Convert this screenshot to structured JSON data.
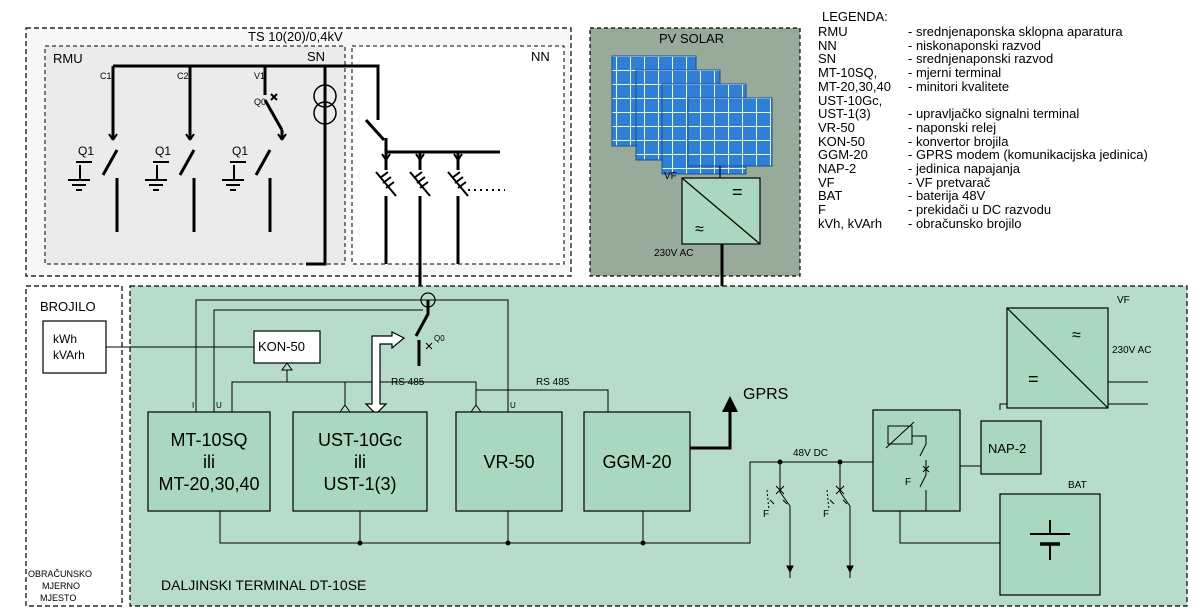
{
  "labels": {
    "ts_title": "TS 10(20)/0,4kV",
    "rmu": "RMU",
    "sn": "SN",
    "nn": "NN",
    "c1": "C1",
    "c2": "C2",
    "v1": "V1",
    "q0_top": "Q0",
    "q1": "Q1",
    "pv_title": "PV SOLAR",
    "vf_pv": "VF",
    "ac_230_pv": "230V AC",
    "legend_title": "LEGENDA:",
    "brojilo_title": "BROJILO",
    "kwh": "kWh",
    "kvarh": "kVArh",
    "kon50": "KON-50",
    "q0_bottom": "Q0",
    "rs485_left": "RS 485",
    "rs485_right": "RS 485",
    "gprs": "GPRS",
    "io_i": "I",
    "io_u": "U",
    "vr_u": "U",
    "dc_48v": "48V DC",
    "f_left": "F",
    "f_right": "F",
    "f_module": "F",
    "vf_right": "VF",
    "ac_230_right": "230V AC",
    "bat": "BAT",
    "nap2": "NAP-2",
    "obr1": "OBRAČUNSKO",
    "obr2": "MJERNO",
    "obr3": "MJESTO",
    "dt_title": "DALJINSKI TERMINAL DT-10SE",
    "conv_dc": "=",
    "conv_ac": "≈"
  },
  "blocks": {
    "mt": [
      "MT-10SQ",
      "ili",
      "MT-20,30,40"
    ],
    "ust": [
      "UST-10Gc",
      "ili",
      "UST-1(3)"
    ],
    "vr": [
      "VR-50"
    ],
    "ggm": [
      "GGM-20"
    ]
  },
  "legend": [
    {
      "k": "RMU",
      "v": "- srednjenaponska sklopna aparatura"
    },
    {
      "k": "NN",
      "v": "- niskonaponski razvod"
    },
    {
      "k": "SN",
      "v": "- srednjenaponski razvod"
    },
    {
      "k": "MT-10SQ,",
      "v": "- mjerni terminal"
    },
    {
      "k": "MT-20,30,40",
      "v": "- minitori kvalitete"
    },
    {
      "k": "UST-10Gc,",
      "v": ""
    },
    {
      "k": "UST-1(3)",
      "v": "- upravljačko signalni terminal"
    },
    {
      "k": "VR-50",
      "v": "- naponski relej"
    },
    {
      "k": "KON-50",
      "v": "- konvertor brojila"
    },
    {
      "k": "GGM-20",
      "v": "- GPRS modem (komunikacijska jedinica)"
    },
    {
      "k": "NAP-2",
      "v": "- jedinica napajanja"
    },
    {
      "k": "VF",
      "v": "- VF pretvarač"
    },
    {
      "k": "BAT",
      "v": "- baterija 48V"
    },
    {
      "k": "F",
      "v": "- prekidači u DC razvodu"
    },
    {
      "k": "kVh, kVArh",
      "v": "- obračunsko brojilo"
    }
  ],
  "colors": {
    "terminal_fill": "#b8dccb",
    "pv_fill": "#98ab9a",
    "rmu_fill": "#ebebeb",
    "block_fill": "#a9d7bf",
    "panel_blue": "#2f7fd6",
    "line": "#000000"
  }
}
